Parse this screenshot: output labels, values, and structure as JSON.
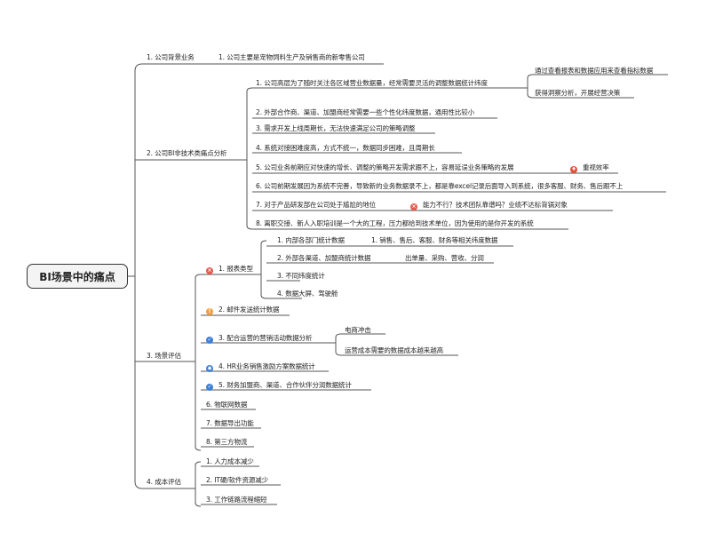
{
  "root": "BI场景中的痛点",
  "branches": {
    "b1": {
      "label": "1. 公司背景业务",
      "c1": "1. 公司主要是宠物饲料生产及销售商的新零售公司"
    },
    "b2": {
      "label": "2. 公司BI非技术类痛点分析",
      "c1": "1. 公司高层为了随时关注各区域营业数据量，经常需要灵活的调整数据统计纬度",
      "c1a": "通过查看报表和数据应用来查看指标数据",
      "c1b": "获得洞察分析，开展经营决策",
      "c2": "2. 外部合作商、渠道、加盟商经常需要一些个性化纬度数据，通用性比较小",
      "c3": "3. 需求开发上线周期长，无法快速满足公司的策略调整",
      "c4": "4. 系统对接困难度高，方式不统一，数据同步困难，且周期长",
      "c5": "5. 公司业务前期应对快速的增长、调整的策略开发需求跟不上，容易延误业务策略的发展",
      "c5a": "重视效率",
      "c6": "6. 公司前期发展因为系统不完善，导致新的业务数据录不上，都是靠excel记录后面导入到系统，很多客服、财务、售后跟不上",
      "c7": "7. 对于产品研发部在公司处于尴尬的地位",
      "c7a": "能力不行？技术团队靠谱吗？业绩不达标背锅对象",
      "c8": "8. 离职交接、新人入职培训是一个大的工程，压力都给到技术单位，因为使用的是你开发的系统"
    },
    "b3": {
      "label": "3. 场景评估",
      "c1": "1. 报表类型",
      "c1a": "1. 内部各部门统计数据",
      "c1a1": "1. 销售、售后、客服、财务等相关纬度数据",
      "c1b": "2. 外部各渠道、加盟商统计数据",
      "c1b1": "出单量、采购、营收、分润",
      "c1c": "3. 不同纬度统计",
      "c1d": "4. 数据大屏、驾驶舱",
      "c2": "2. 邮件发送统计数据",
      "c3": "3. 配合运营的营销活动数据分析",
      "c3a": "电商冲击",
      "c3b": "运营成本需要的数据成本越来越高",
      "c4": "4. HR业务销售激励方案数据统计",
      "c5": "5. 财务加盟商、渠道、合作伙伴分润数据统计",
      "c6": "6. 物联网数据",
      "c7": "7. 数据导出功能",
      "c8": "8. 第三方物流"
    },
    "b4": {
      "label": "4. 成本评估",
      "c1": "1. 人力成本减少",
      "c2": "2. IT硬/软件资源减少",
      "c3": "3. 工作链路流程缩短"
    }
  },
  "icons": {
    "fire": "fire-icon",
    "red": "red-x-icon",
    "orange": "orange-flag-icon",
    "blue": "blue-check-icon",
    "shield": "blue-shield-icon"
  },
  "colors": {
    "line": "#555555",
    "icon_red": "#e85a4f",
    "icon_orange": "#f0a040",
    "icon_blue": "#3d7fd6"
  }
}
